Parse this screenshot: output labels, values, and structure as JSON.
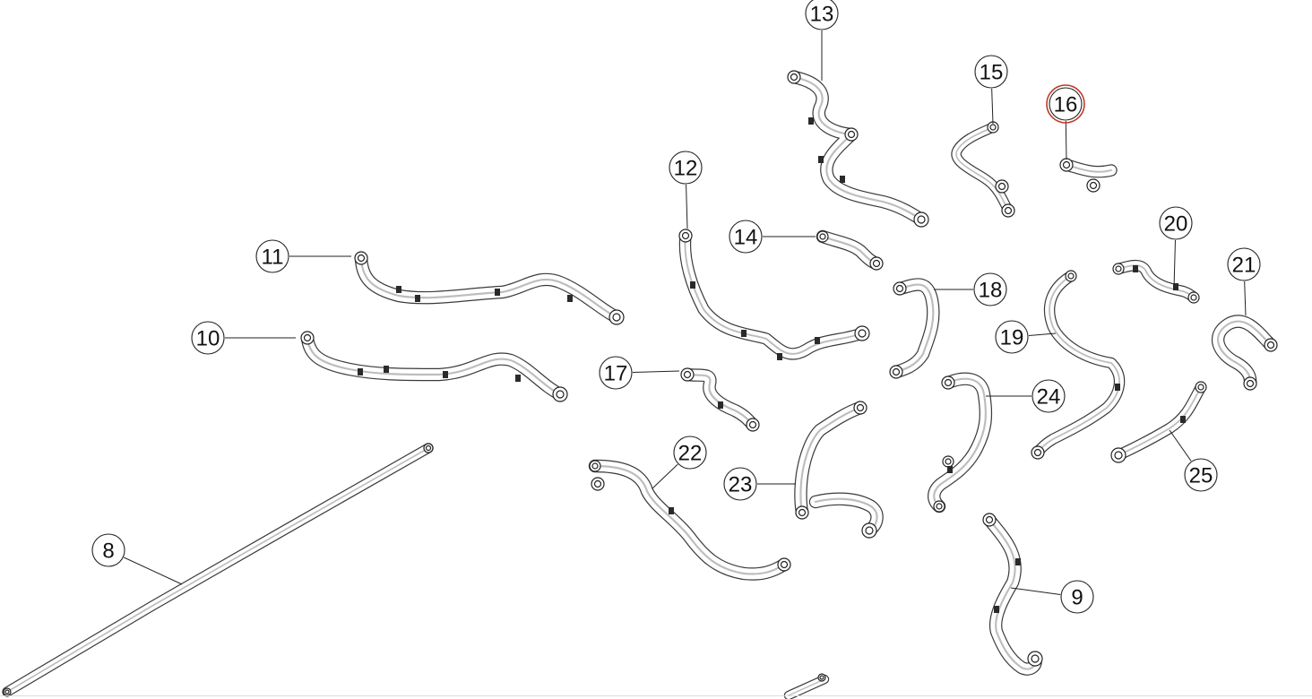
{
  "diagram": {
    "highlight_color": "#c0392b",
    "line_color": "#222222",
    "selected_part": "16",
    "callouts": [
      {
        "id": "8",
        "label": "8"
      },
      {
        "id": "9",
        "label": "9"
      },
      {
        "id": "10",
        "label": "10"
      },
      {
        "id": "11",
        "label": "11"
      },
      {
        "id": "12",
        "label": "12"
      },
      {
        "id": "13",
        "label": "13"
      },
      {
        "id": "14",
        "label": "14"
      },
      {
        "id": "15",
        "label": "15"
      },
      {
        "id": "16",
        "label": "16"
      },
      {
        "id": "17",
        "label": "17"
      },
      {
        "id": "18",
        "label": "18"
      },
      {
        "id": "19",
        "label": "19"
      },
      {
        "id": "20",
        "label": "20"
      },
      {
        "id": "21",
        "label": "21"
      },
      {
        "id": "22",
        "label": "22"
      },
      {
        "id": "23",
        "label": "23"
      },
      {
        "id": "24",
        "label": "24"
      },
      {
        "id": "25",
        "label": "25"
      }
    ]
  }
}
